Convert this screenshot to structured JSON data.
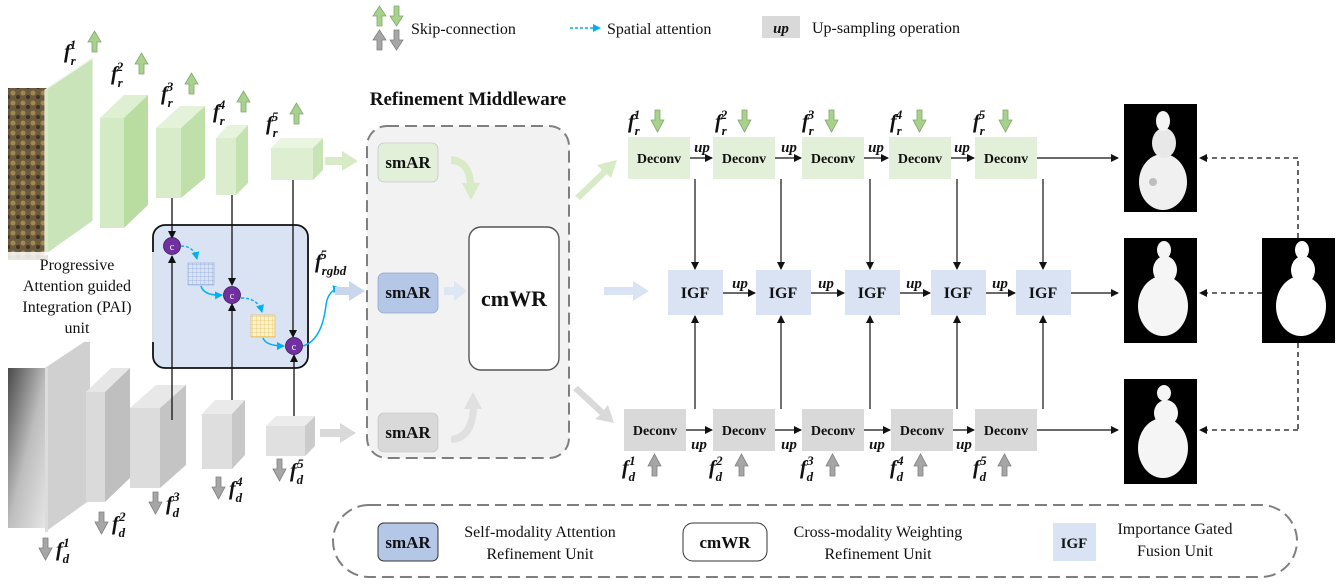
{
  "legend_top": {
    "skip": "Skip-connection",
    "spatial": "Spatial attention",
    "up_symbol": "up",
    "up_text": "Up-sampling operation"
  },
  "pai": {
    "line1": "Progressive",
    "line2": "Attention guided",
    "line3": "Integration (PAI)",
    "line4": "unit",
    "concat_symbol": "c"
  },
  "features": {
    "base": "f",
    "rgb_sub": "r",
    "depth_sub": "d",
    "fused_sub": "rgbd",
    "levels": [
      "1",
      "2",
      "3",
      "4",
      "5"
    ],
    "fused_level": "5"
  },
  "middleware": {
    "title": "Refinement Middleware",
    "smar": "smAR",
    "cmwr": "cmWR"
  },
  "decoder": {
    "deconv": "Deconv",
    "igf": "IGF",
    "up": "up"
  },
  "legend_bottom": {
    "smar": "smAR",
    "smar_desc1": "Self-modality Attention",
    "smar_desc2": "Refinement Unit",
    "cmwr": "cmWR",
    "cmwr_desc1": "Cross-modality Weighting",
    "cmwr_desc2": "Refinement Unit",
    "igf": "IGF",
    "igf_desc1": "Importance Gated",
    "igf_desc2": "Fusion Unit"
  },
  "colors": {
    "rgb_green": "#e2f0d9",
    "depth_gray": "#d9d9d9",
    "igf_blue": "#dae3f3",
    "smar_blue": "#b4c7e7",
    "concat_purple": "#7030a0",
    "attention_cyan": "#00b0f0"
  }
}
